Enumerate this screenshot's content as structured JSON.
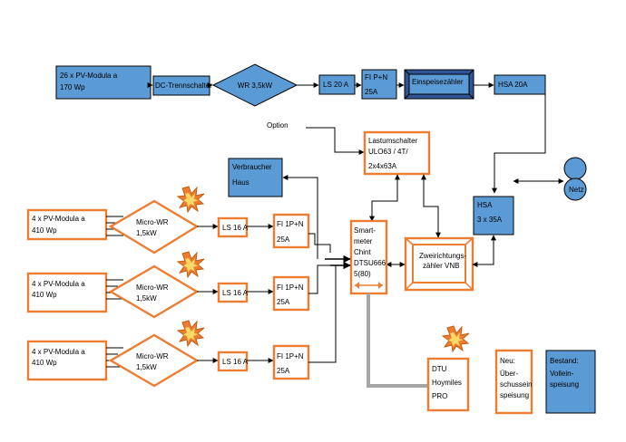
{
  "colors": {
    "existing_blue": "#5b9bd5",
    "new_orange": "#ed7d31",
    "connector_gray": "#a6a6a6",
    "meter_dark_blue": "#2f5597"
  },
  "top_chain": {
    "pv_array": [
      "26 x PV-Modula a",
      "170 Wp"
    ],
    "dc_switch": "DC-Trennschalter",
    "inverter": "WR 3,5kW",
    "breaker": "LS 20 A",
    "rcd": [
      "FI P+N",
      "25A"
    ],
    "feed_meter": "Einspeisezähler",
    "main_fuse": "HSA 20A"
  },
  "option_label": "Option",
  "load_switch": [
    "Lastumschalter",
    "ULO63 / 4T/",
    "2x4x63A"
  ],
  "consumer": [
    "Verbraucher",
    "Haus"
  ],
  "grid": "Netz",
  "hsa_bottom": [
    "HSA",
    "3 x 35A"
  ],
  "bidirectional_meter": [
    "Zweirichtungs-",
    "zähler VNB"
  ],
  "smart_meter": [
    "Smart-",
    "meter",
    "Chint",
    "DTSU666",
    "5(80)"
  ],
  "micro_branches": [
    {
      "pv": [
        "4 x PV-Modula a",
        "410 Wp"
      ],
      "inverter": [
        "Micro-WR",
        "1,5kW"
      ],
      "breaker": "LS 16 A",
      "rcd": [
        "FI 1P+N",
        "25A"
      ]
    },
    {
      "pv": [
        "4 x PV-Modula a",
        "410 Wp"
      ],
      "inverter": [
        "Micro-WR",
        "1,5kW"
      ],
      "breaker": "LS 16 A",
      "rcd": [
        "FI 1P+N",
        "25A"
      ]
    },
    {
      "pv": [
        "4 x PV-Modula a",
        "410 Wp"
      ],
      "inverter": [
        "Micro-WR",
        "1,5kW"
      ],
      "breaker": "LS 16 A",
      "rcd": [
        "FI 1P+N",
        "25A"
      ]
    }
  ],
  "dtu": [
    "DTU",
    "Hoymiles",
    "PRO"
  ],
  "legend": {
    "new": [
      "Neu:",
      "Über-",
      "schussein",
      "speisung"
    ],
    "existing": [
      "Bestand:",
      "Vollein-",
      "speisung"
    ]
  }
}
